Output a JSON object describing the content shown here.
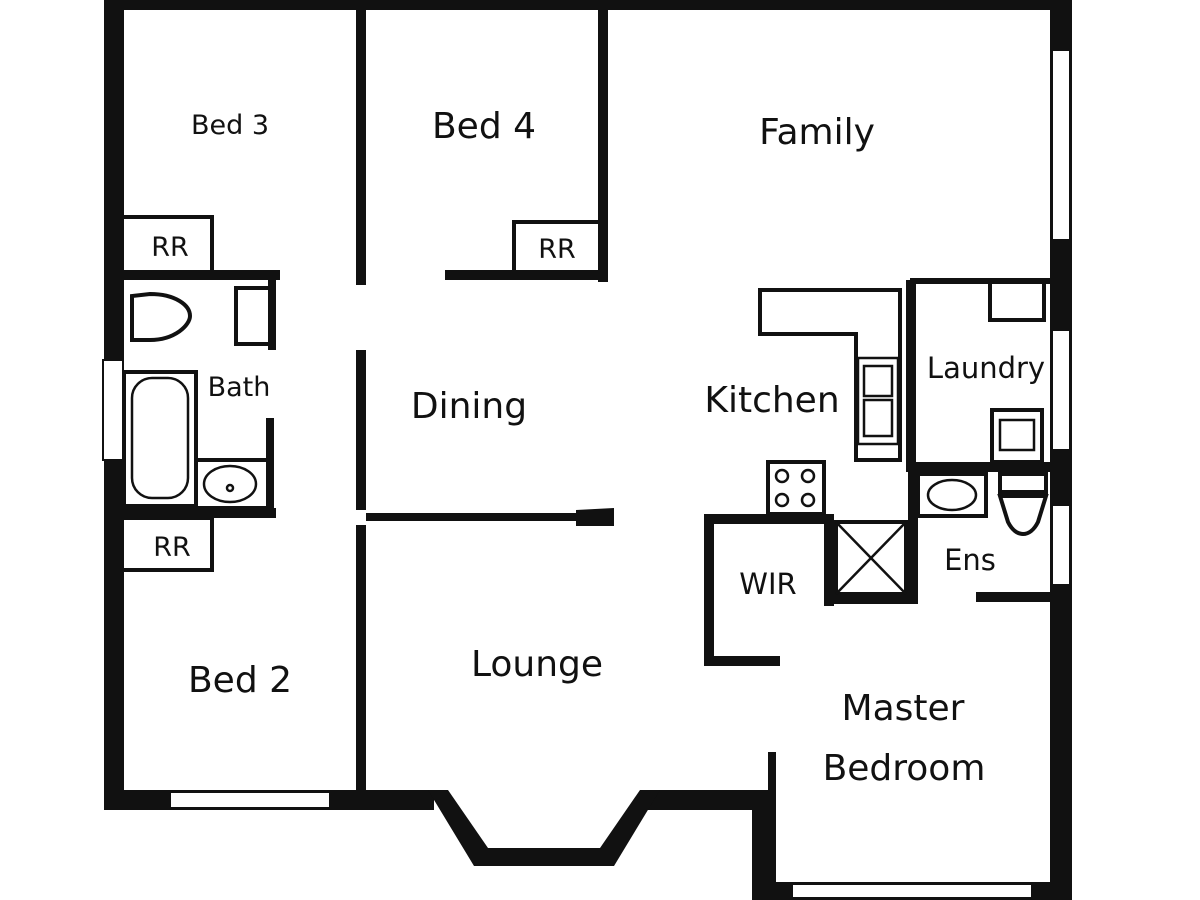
{
  "rooms": {
    "bed3": "Bed 3",
    "bed4": "Bed 4",
    "family": "Family",
    "rr_bed3": "RR",
    "rr_bed4": "RR",
    "bath": "Bath",
    "rr_bed2": "RR",
    "dining": "Dining",
    "kitchen": "Kitchen",
    "laundry": "Laundry",
    "wir": "WIR",
    "ens": "Ens",
    "bed2": "Bed 2",
    "lounge": "Lounge",
    "master_line1": "Master",
    "master_line2": "Bedroom"
  },
  "colors": {
    "wall": "#111111",
    "background": "#ffffff"
  }
}
